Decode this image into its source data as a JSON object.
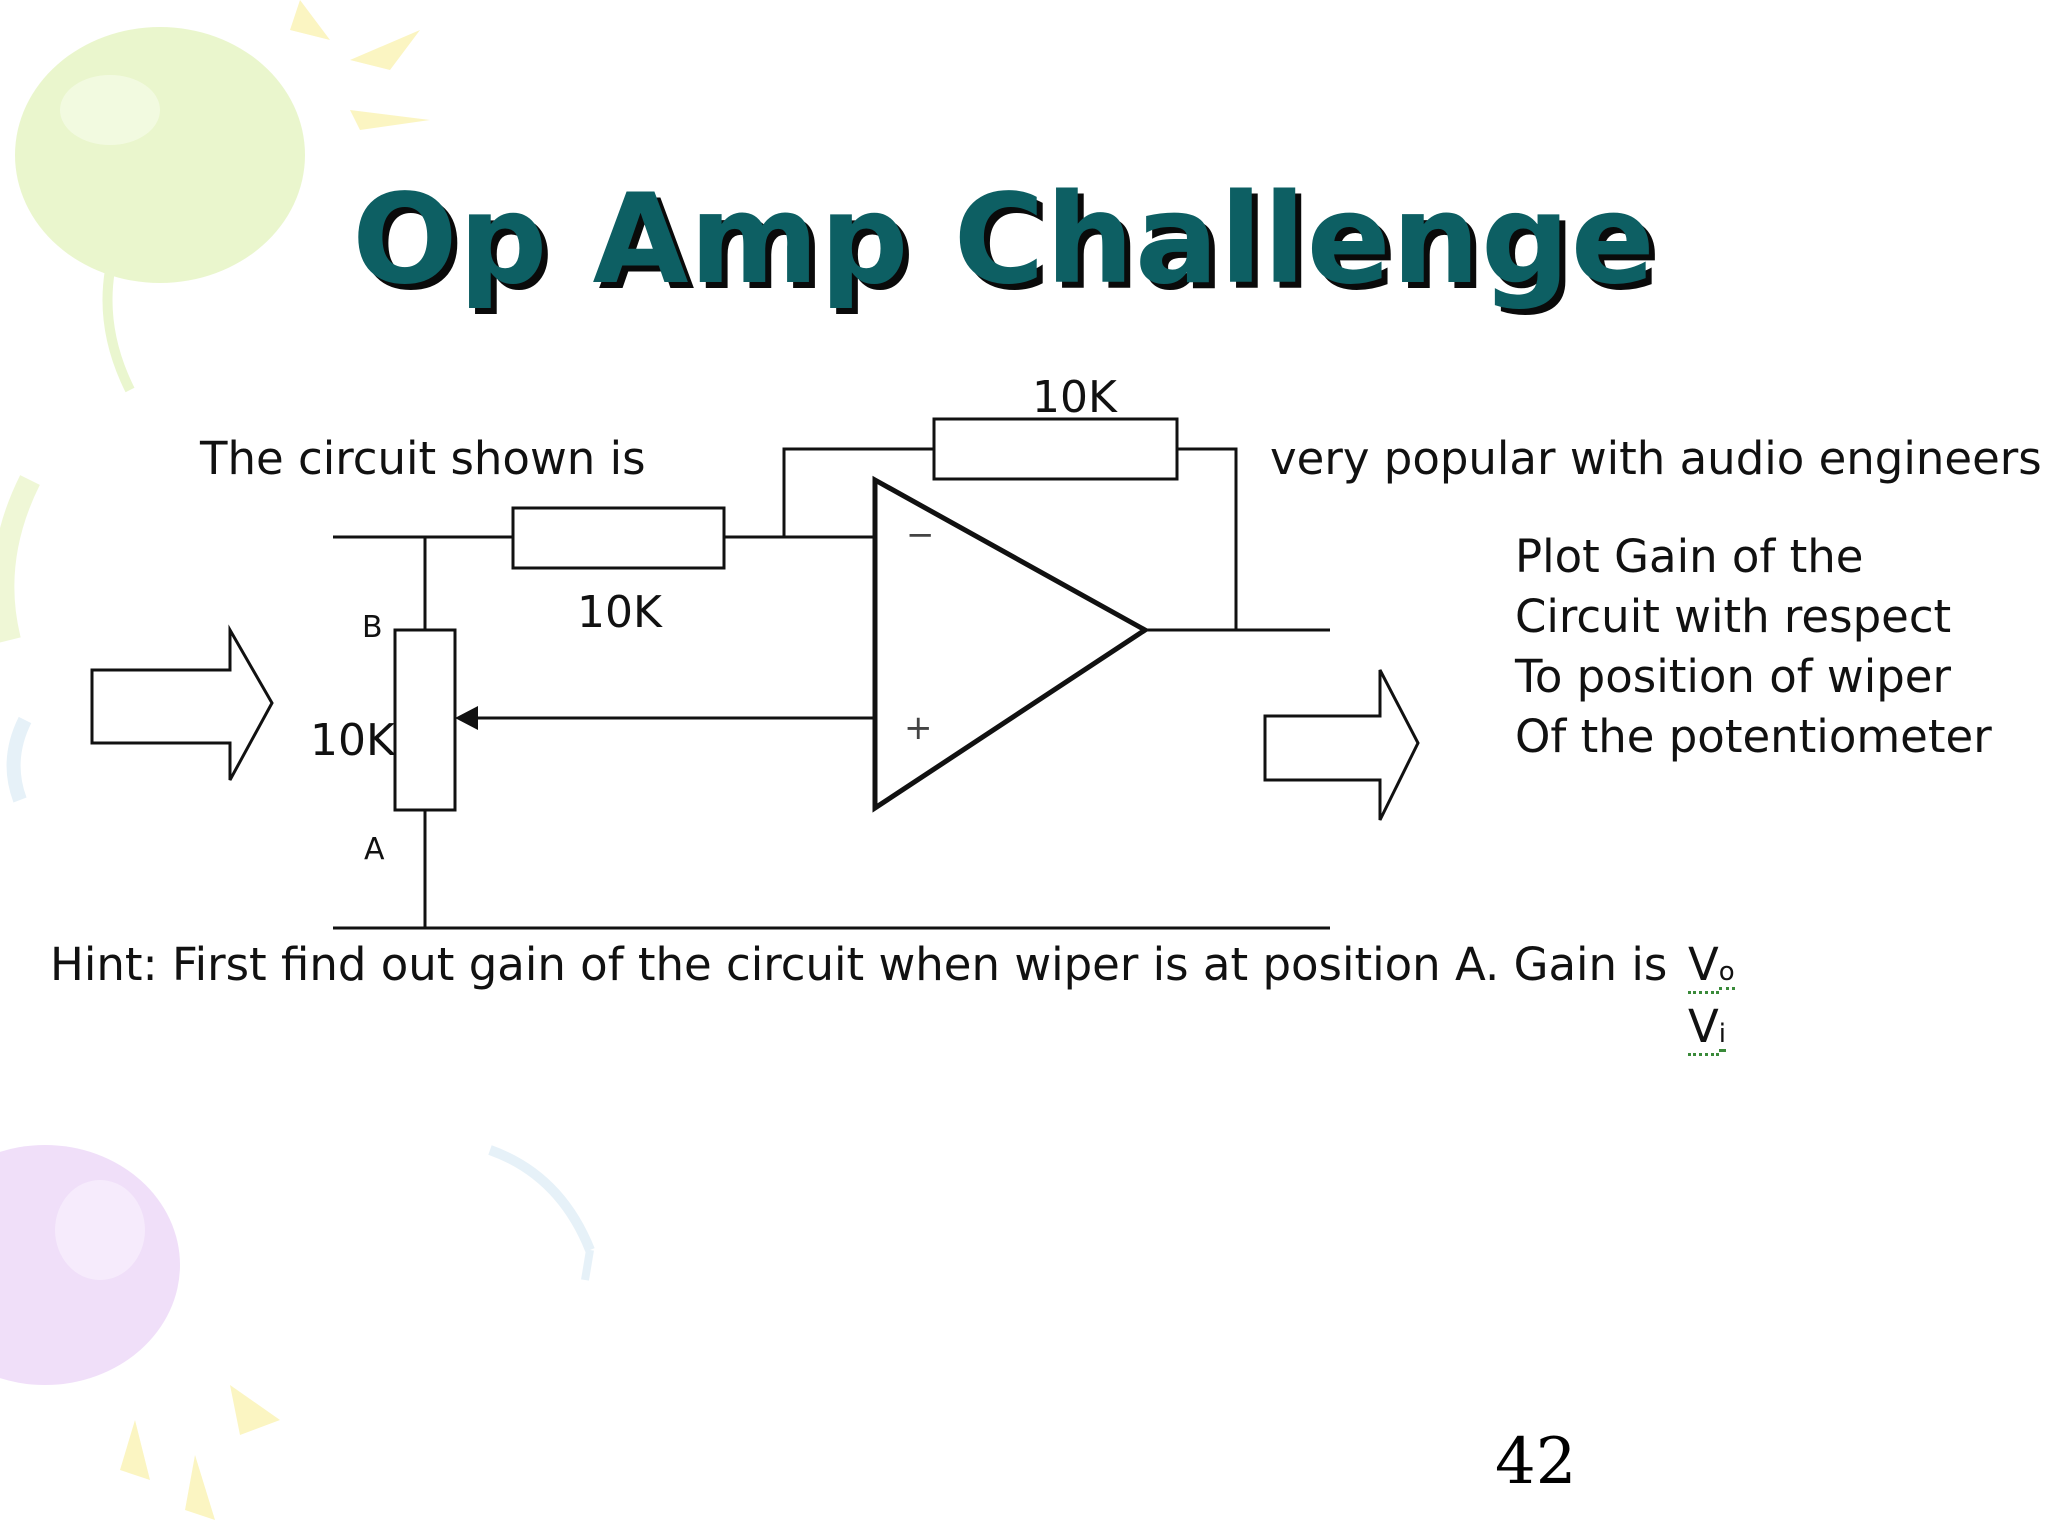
{
  "slide": {
    "title": "Op Amp Challenge",
    "intro_left": "The circuit shown is",
    "intro_right": "very popular with audio engineers",
    "plot_text": [
      "Plot Gain of the",
      "Circuit with respect",
      "To position of wiper",
      "Of the potentiometer"
    ],
    "hint": "Hint: First find out gain of the circuit when wiper is at position A. Gain is",
    "gain_numerator": "V",
    "gain_numerator_sub": "o",
    "gain_denominator": "V",
    "gain_denominator_sub": "i",
    "page_number": "42"
  },
  "circuit": {
    "feedback_resistor_label": "10K",
    "input_resistor_label": "10K",
    "potentiometer_label": "10K",
    "node_b_label": "B",
    "node_a_label": "A",
    "inverting_input_symbol": "−",
    "noninverting_input_symbol": "+"
  },
  "colors": {
    "title": "#0d5f63",
    "title_shadow": "#0a0a0a",
    "balloon_green": "#e6f5c4",
    "balloon_purple": "#eedcf8",
    "balloon_yellow": "#fbf5c2",
    "balloon_blue": "#e6f1f8"
  }
}
